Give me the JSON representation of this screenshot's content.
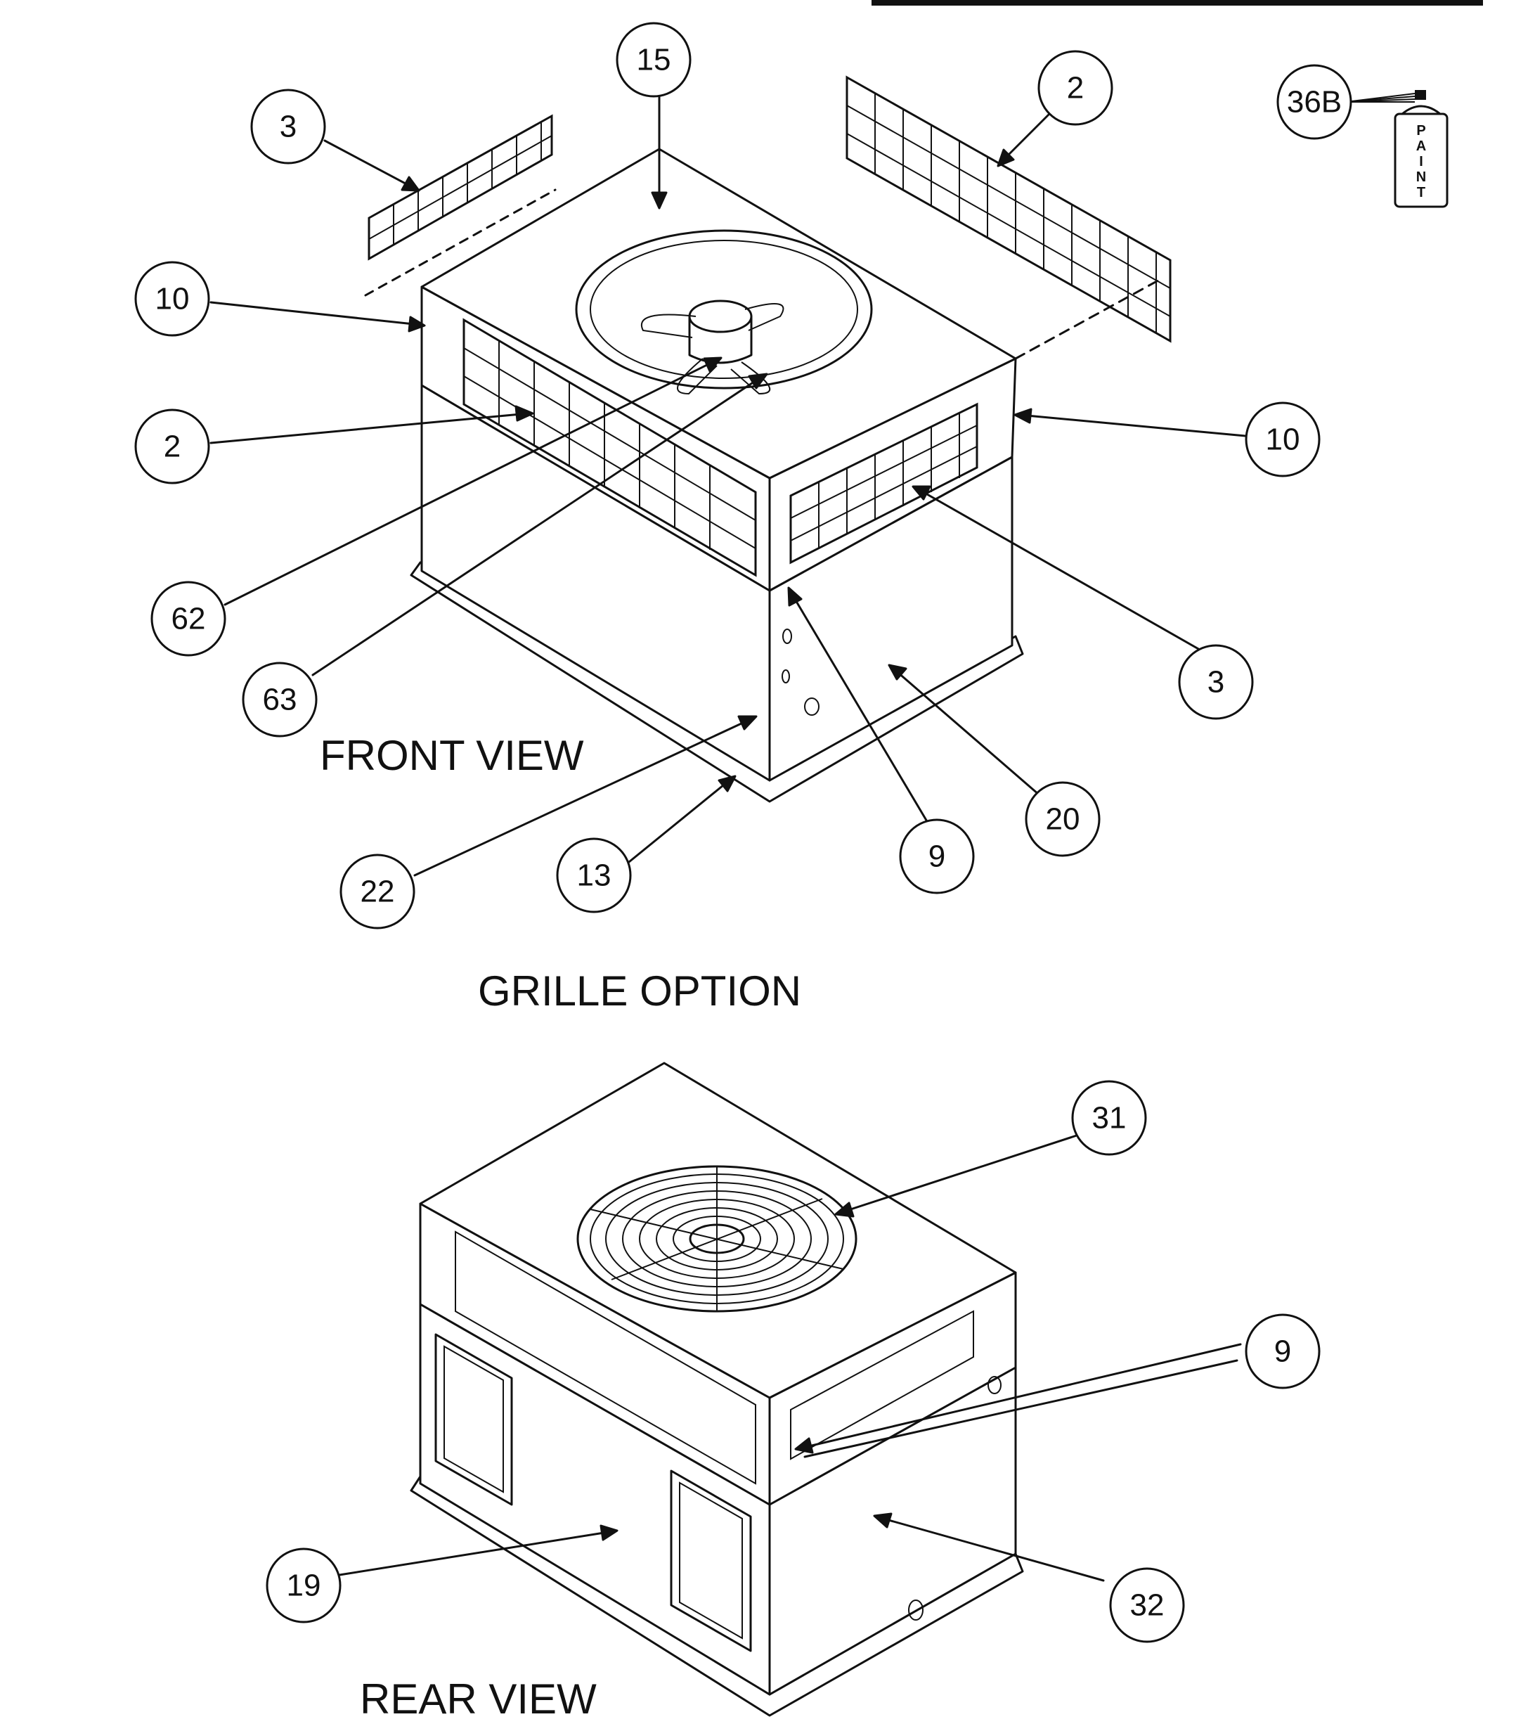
{
  "header_rule": true,
  "callouts": {
    "front_15": "15",
    "front_3_top": "3",
    "front_2_top": "2",
    "front_10_left": "10",
    "front_10_right": "10",
    "front_2_left": "2",
    "front_62": "62",
    "front_63": "63",
    "front_3_right": "3",
    "front_20": "20",
    "front_9": "9",
    "front_13": "13",
    "front_22": "22",
    "paint_36b": "36B",
    "rear_31": "31",
    "rear_9": "9",
    "rear_19": "19",
    "rear_32": "32"
  },
  "paint_can": {
    "letters": [
      "P",
      "A",
      "I",
      "N",
      "T"
    ]
  },
  "captions": {
    "front_view": "FRONT VIEW",
    "grille_option": "GRILLE OPTION",
    "rear_view": "REAR VIEW"
  }
}
